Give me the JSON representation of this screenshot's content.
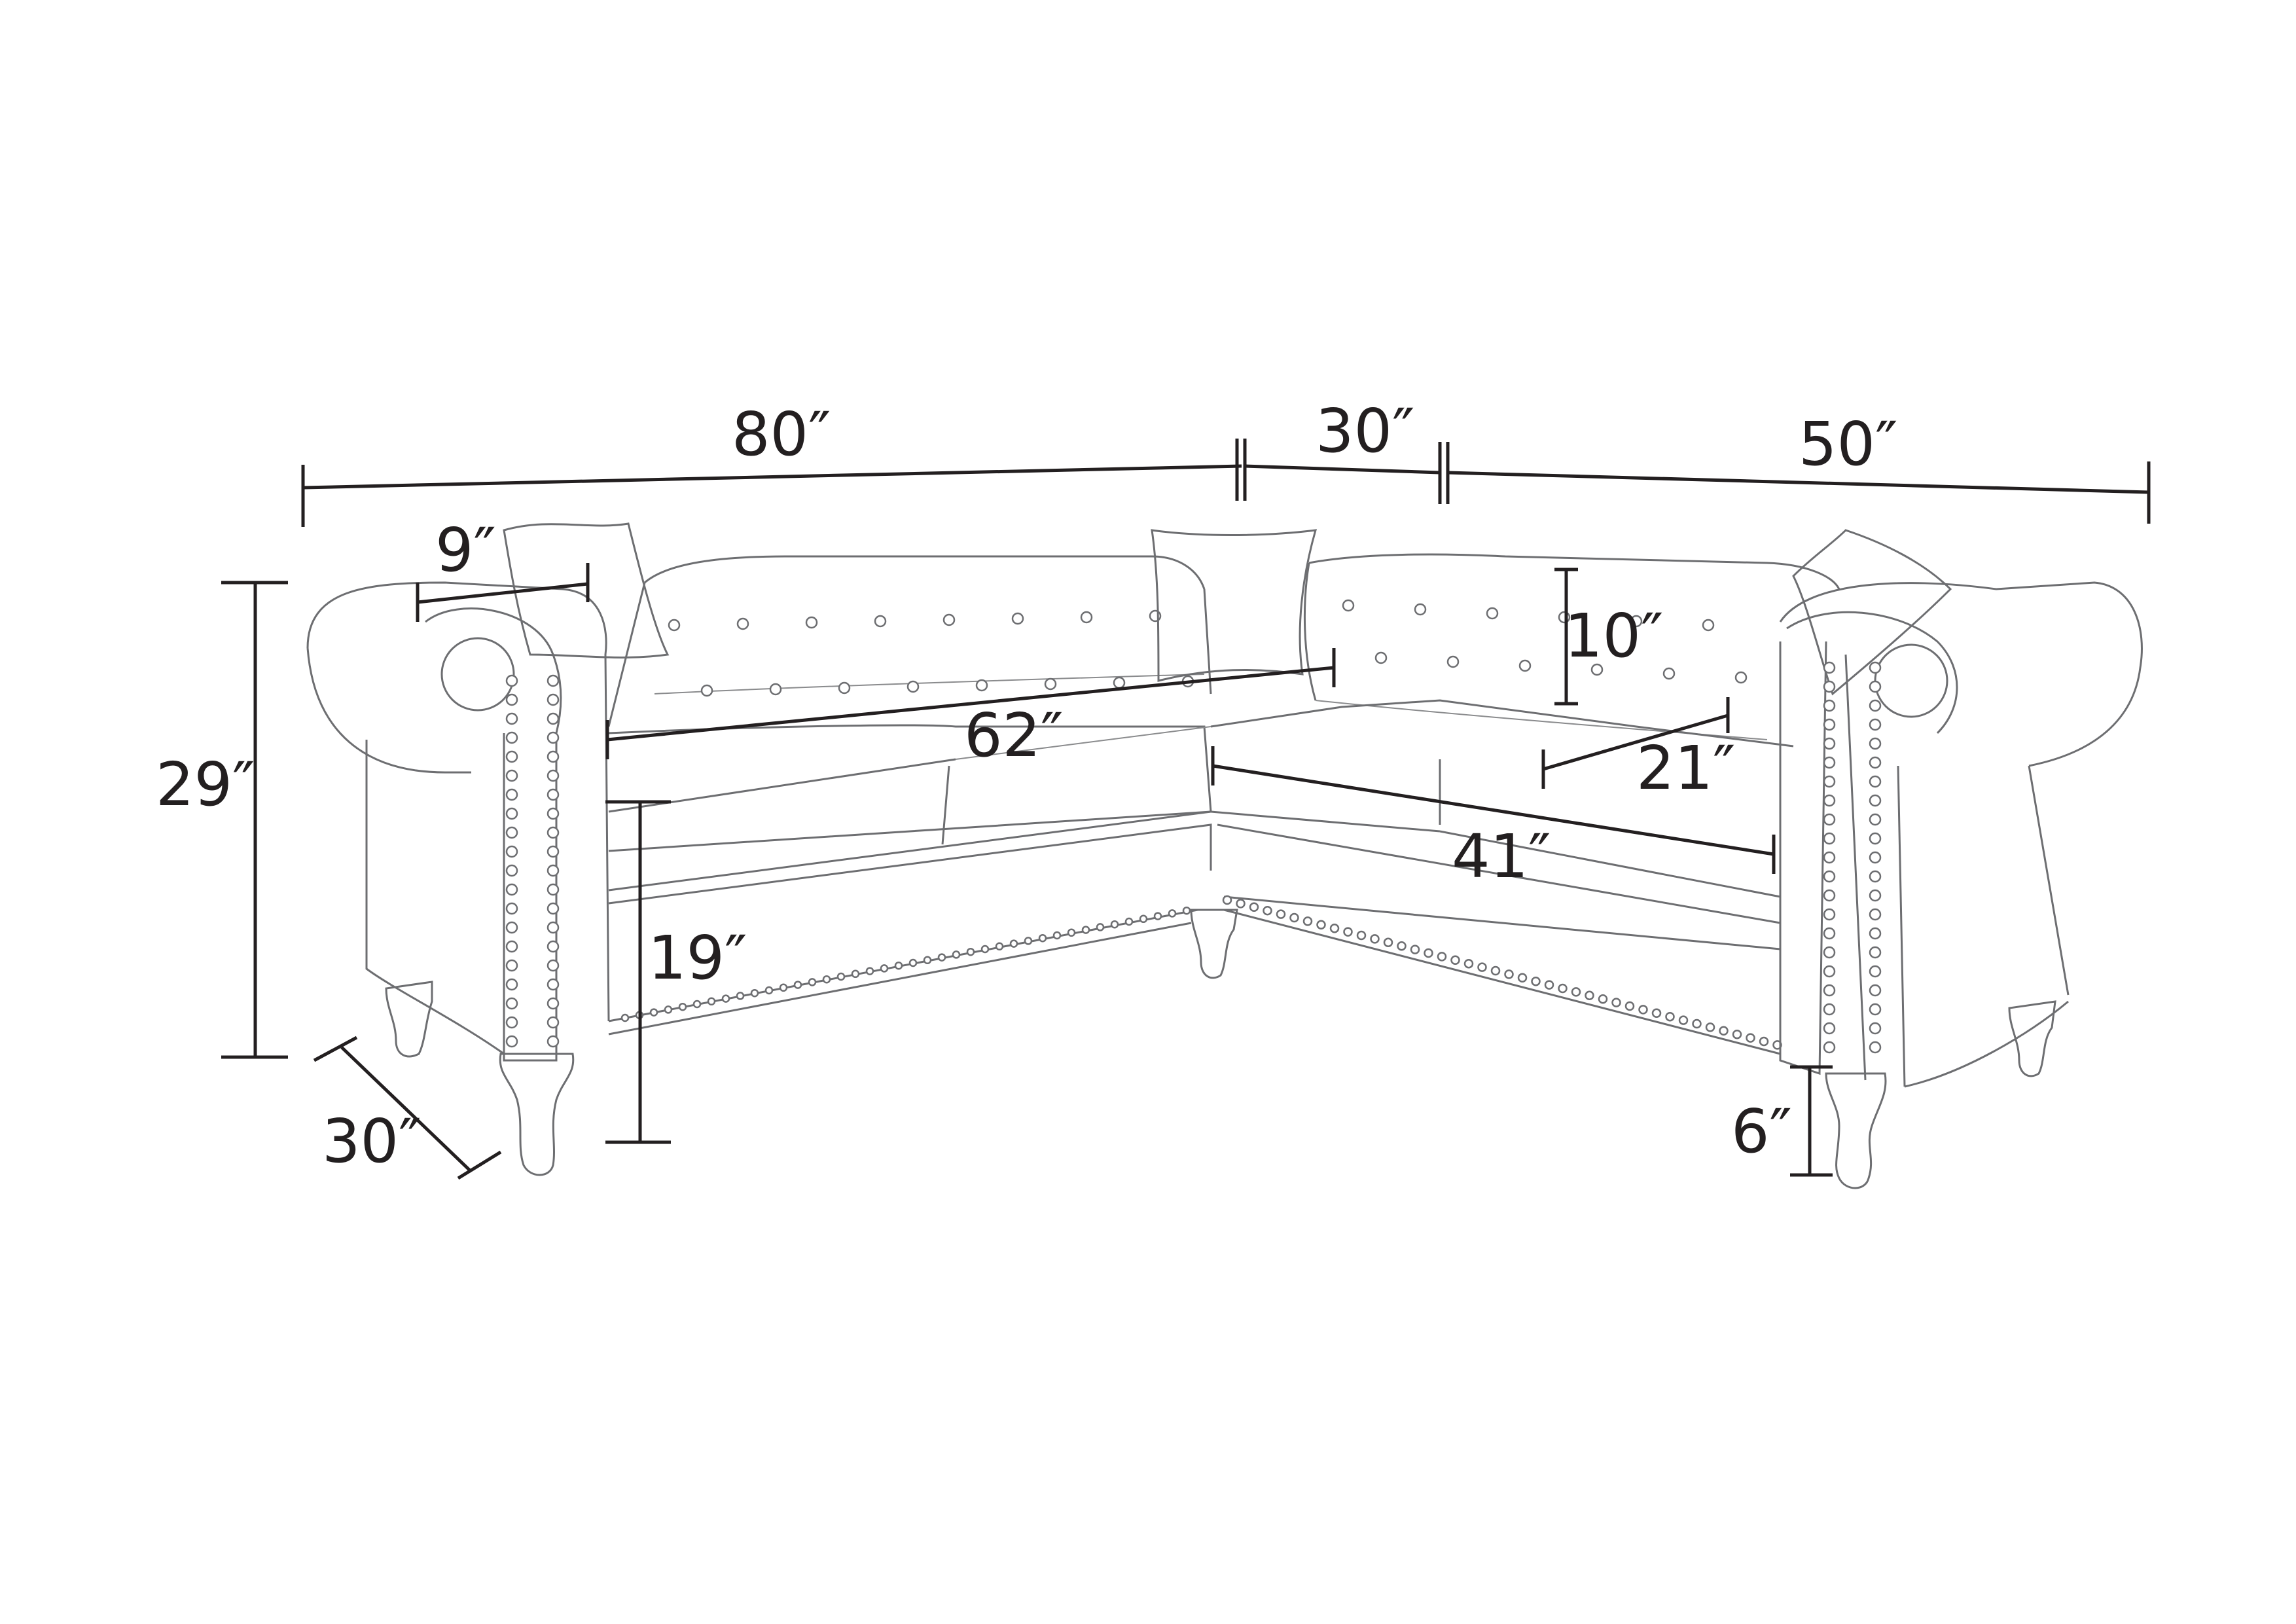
{
  "dimensions": {
    "overall_left_length": "80″",
    "corner_width": "30″",
    "overall_right_length": "50″",
    "arm_width": "9″",
    "back_cushion_height": "10″",
    "total_height": "29″",
    "left_seat_width": "62″",
    "seat_depth": "21″",
    "right_seat_width": "41″",
    "seat_height": "19″",
    "overall_depth": "30″",
    "leg_height": "6″"
  },
  "colors": {
    "dimension_ink": "#231f20",
    "sofa_outline": "#6d6e71",
    "background": "#ffffff"
  }
}
